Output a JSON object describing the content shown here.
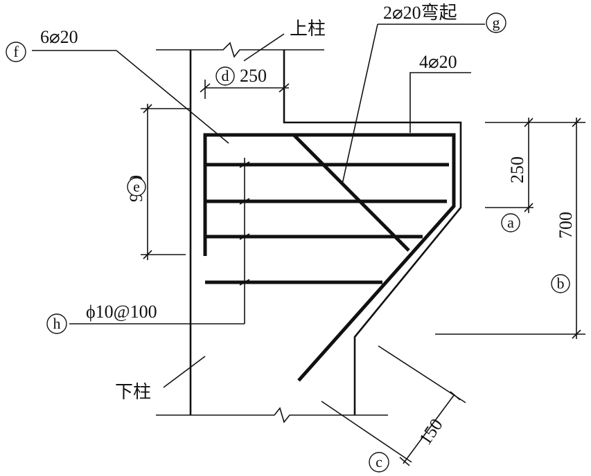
{
  "labels": {
    "upper_column": "上柱",
    "lower_column": "下柱",
    "bent_bars": "2⌀20弯起",
    "top_bars": "4⌀20",
    "horizontal_bars": "6⌀20",
    "stirrups": "ϕ10@100",
    "dim_d": "250",
    "dim_e": "900",
    "dim_a": "250",
    "dim_b": "700",
    "dim_c": "150"
  },
  "markers": {
    "a": "a",
    "b": "b",
    "c": "c",
    "d": "d",
    "e": "e",
    "f": "f",
    "g": "g",
    "h": "h"
  }
}
